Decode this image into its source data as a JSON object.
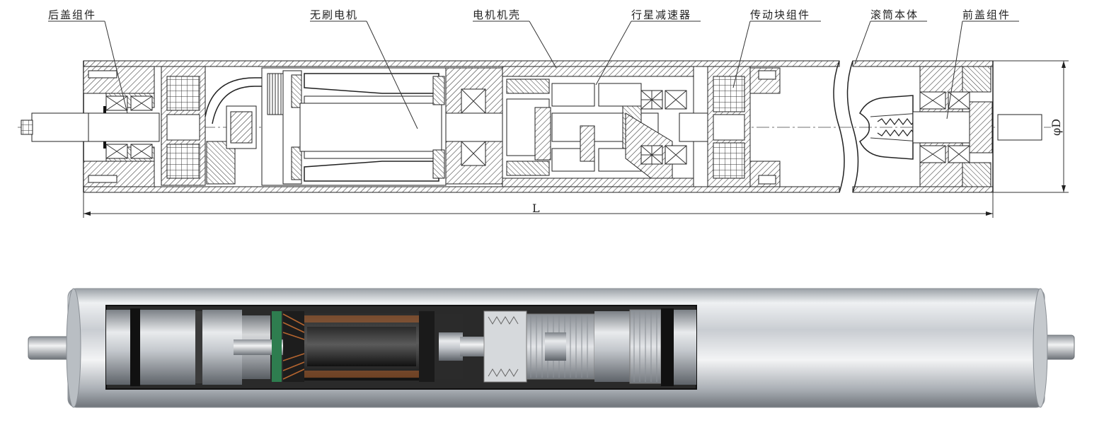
{
  "diagram": {
    "labels": [
      {
        "id": "rear-cover-assembly",
        "text": "后盖组件"
      },
      {
        "id": "brushless-motor",
        "text": "无刷电机"
      },
      {
        "id": "motor-housing",
        "text": "电机机壳"
      },
      {
        "id": "planetary-reducer",
        "text": "行星减速器"
      },
      {
        "id": "transmission-block-assembly",
        "text": "传动块组件"
      },
      {
        "id": "drum-body",
        "text": "滚筒本体"
      },
      {
        "id": "front-cover-assembly",
        "text": "前盖组件"
      }
    ],
    "dimensions": {
      "length": "L",
      "diameter": "φD"
    }
  },
  "colors": {
    "line": "#222222",
    "metal_light": "#e8eaec",
    "metal_dark": "#7d8288",
    "motor_black": "#1a1a1a",
    "copper": "#b5652f",
    "pcb_green": "#2e7d4f"
  }
}
